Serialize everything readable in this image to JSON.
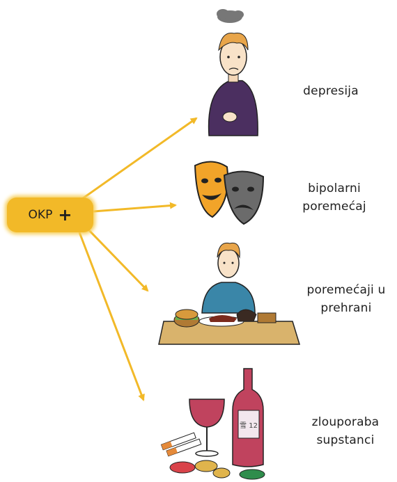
{
  "center": {
    "label": "OKP",
    "symbol": "+"
  },
  "branches": [
    {
      "id": "depression",
      "lines": [
        "depresija"
      ],
      "icon": "depressed-person-icon"
    },
    {
      "id": "bipolar",
      "lines": [
        "bipolarni",
        "poremećaj"
      ],
      "icon": "theatre-masks-icon"
    },
    {
      "id": "eating",
      "lines": [
        "poremećaji u",
        "prehrani"
      ],
      "icon": "overeating-person-icon"
    },
    {
      "id": "substance",
      "lines": [
        "zlouporaba",
        "supstanci"
      ],
      "icon": "alcohol-pills-cigarettes-icon"
    }
  ],
  "colors": {
    "arrow": "#f2b928",
    "node": "#f2b928",
    "text": "#1f1f1f"
  },
  "bottle_label": "雪 12"
}
